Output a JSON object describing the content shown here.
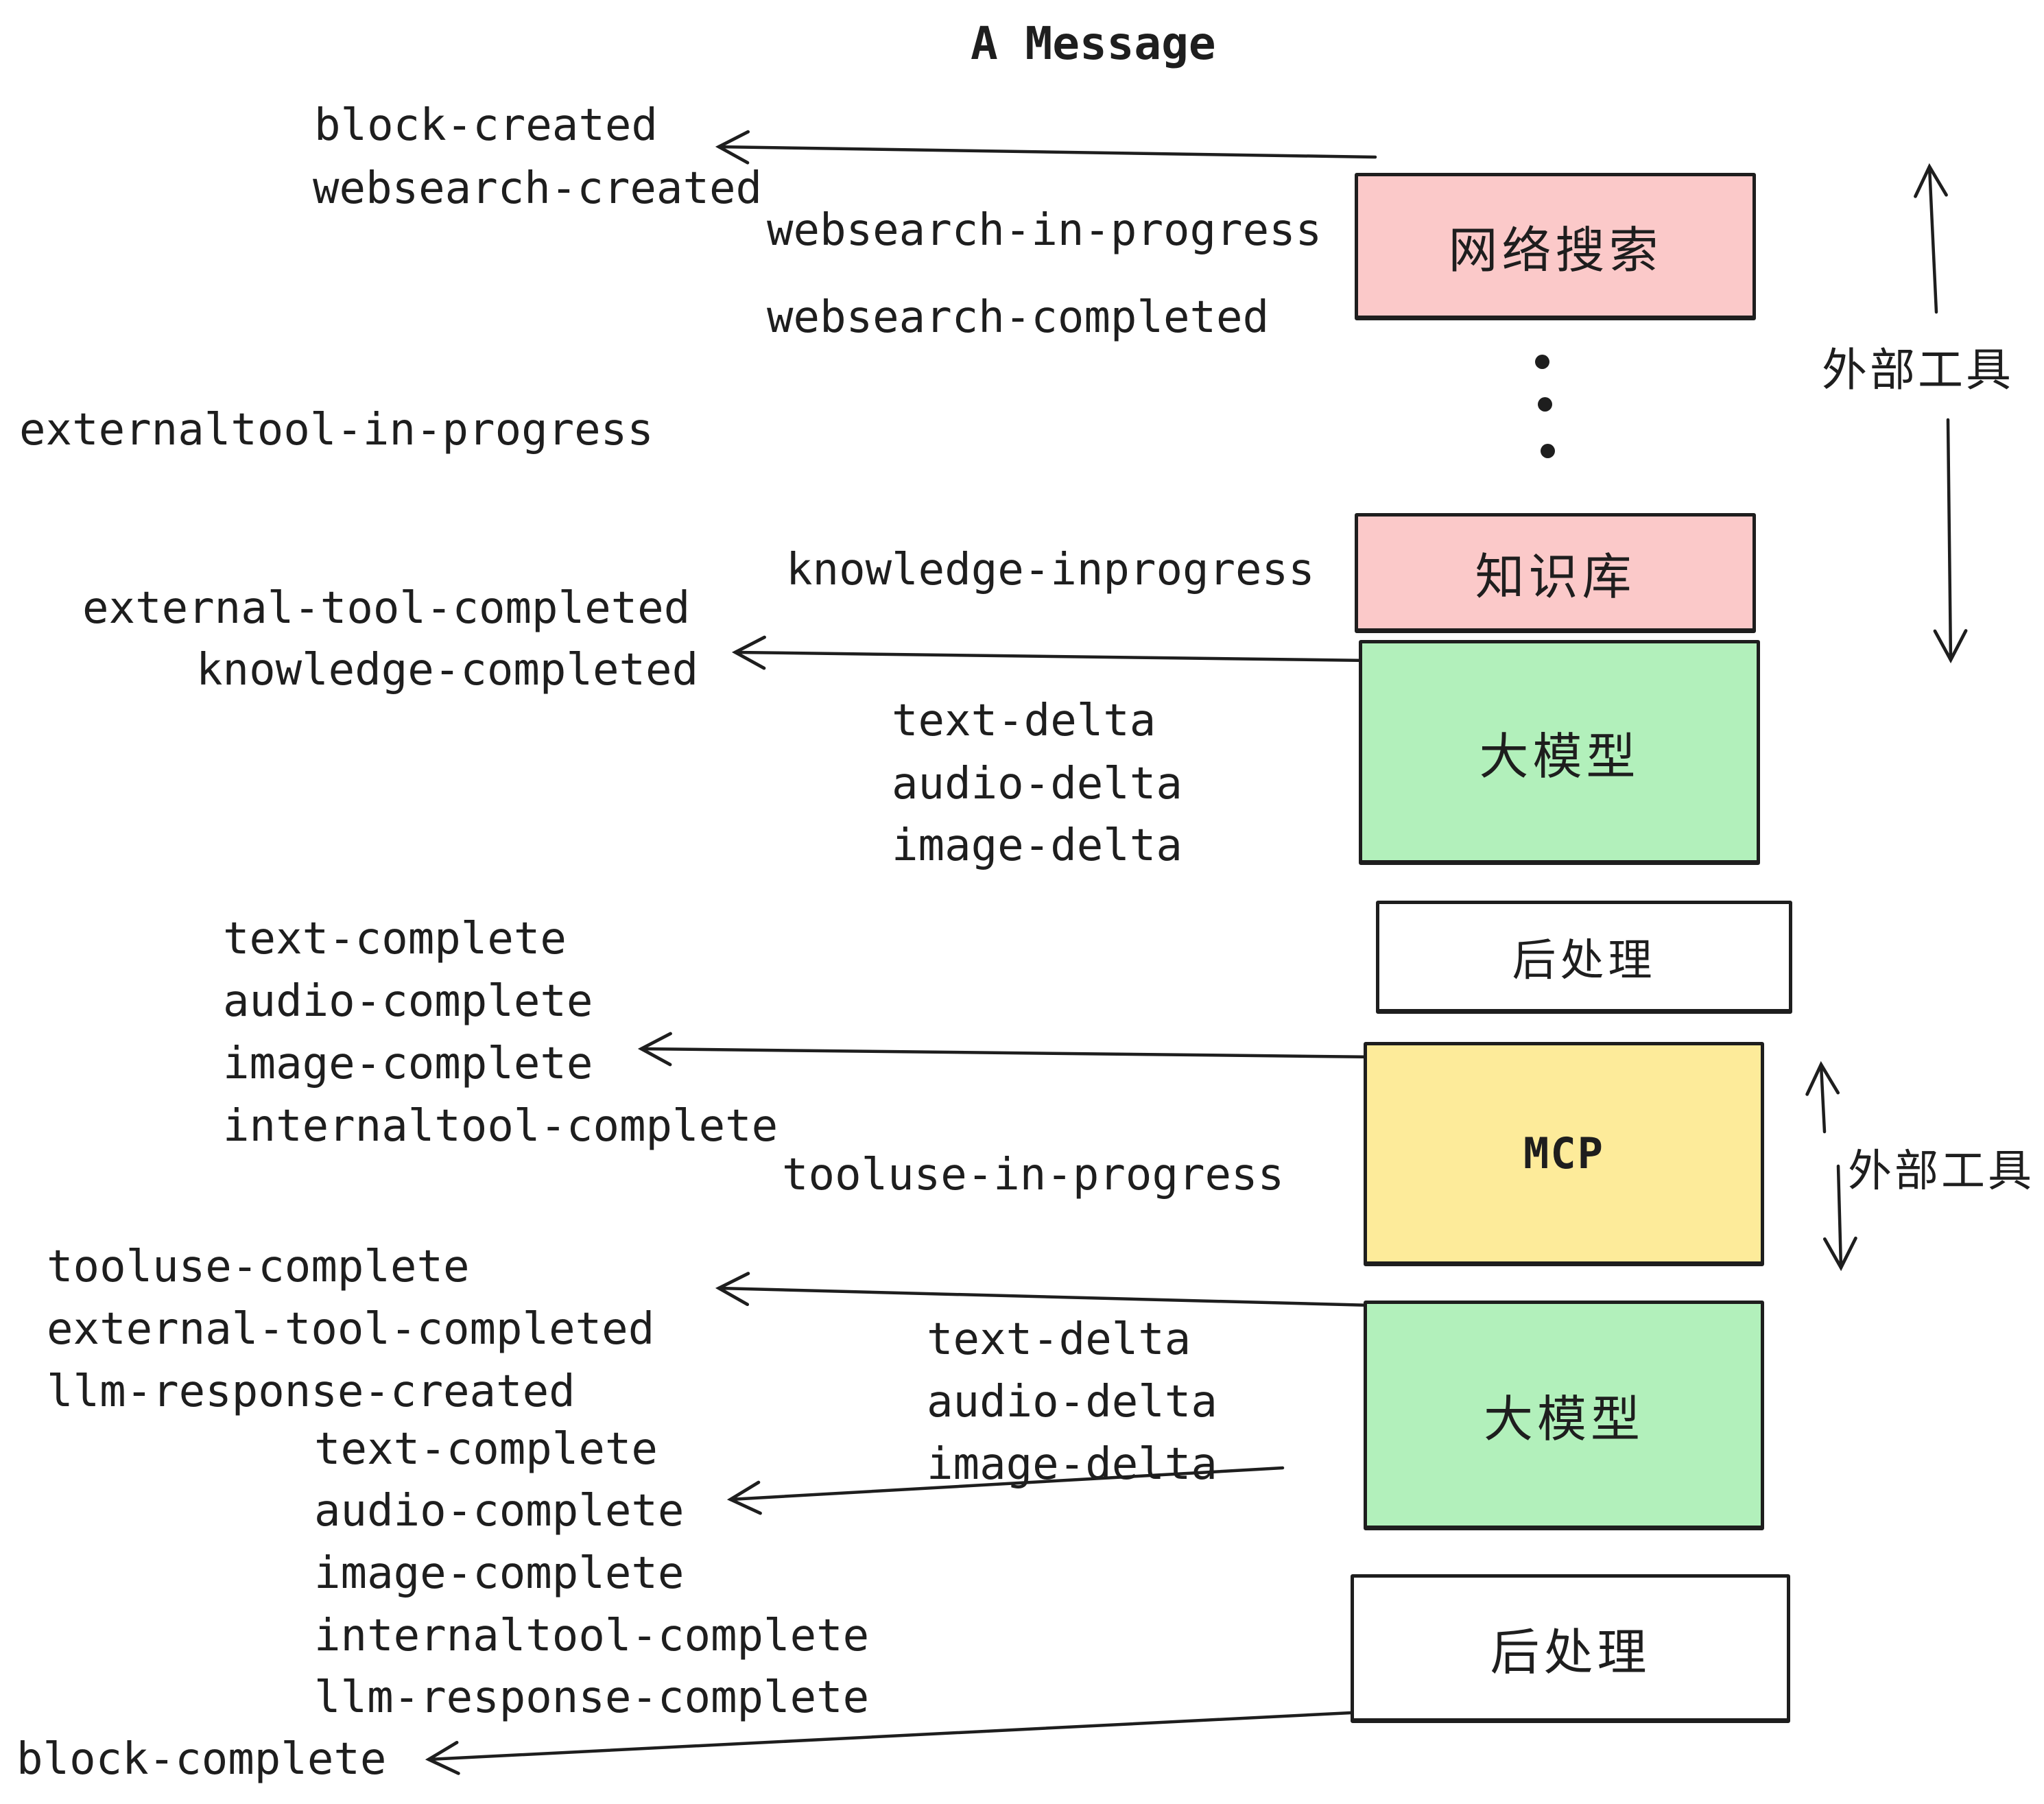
{
  "title": "A Message",
  "events": {
    "block_created": "block-created",
    "websearch_created": "websearch-created",
    "websearch_in_progress": "websearch-in-progress",
    "websearch_completed": "websearch-completed",
    "externaltool_in_progress": "externaltool-in-progress",
    "knowledge_inprogress": "knowledge-inprogress",
    "external_tool_completed": "external-tool-completed",
    "knowledge_completed": "knowledge-completed",
    "text_delta": "text-delta",
    "audio_delta": "audio-delta",
    "image_delta": "image-delta",
    "text_complete": "text-complete",
    "audio_complete": "audio-complete",
    "image_complete": "image-complete",
    "internaltool_complete": "internaltool-complete",
    "tooluse_in_progress": "tooluse-in-progress",
    "tooluse_complete": "tooluse-complete",
    "llm_response_created": "llm-response-created",
    "llm_response_complete": "llm-response-complete",
    "block_complete": "block-complete"
  },
  "boxes": {
    "websearch": "网络搜索",
    "knowledge": "知识库",
    "llm": "大模型",
    "postprocess": "后处理",
    "mcp": "MCP"
  },
  "annotations": {
    "external_tools": "外部工具"
  },
  "colors": {
    "pink": "#fbc9c9",
    "green": "#b2f0bb",
    "yellow": "#fdeb9a",
    "ink": "#1e1e1e",
    "background": "#ffffff"
  }
}
